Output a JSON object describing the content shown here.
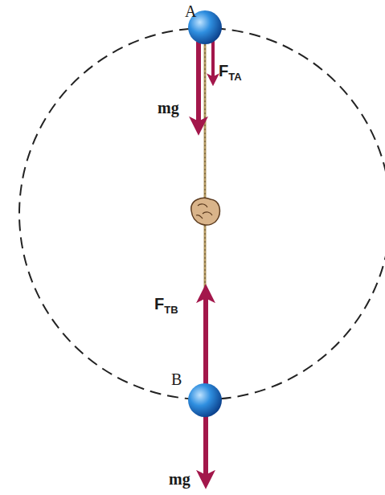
{
  "diagram": {
    "labels": [
      "A",
      "FTA",
      "mg",
      "FTB",
      "B",
      "mg"
    ]
  }
}
